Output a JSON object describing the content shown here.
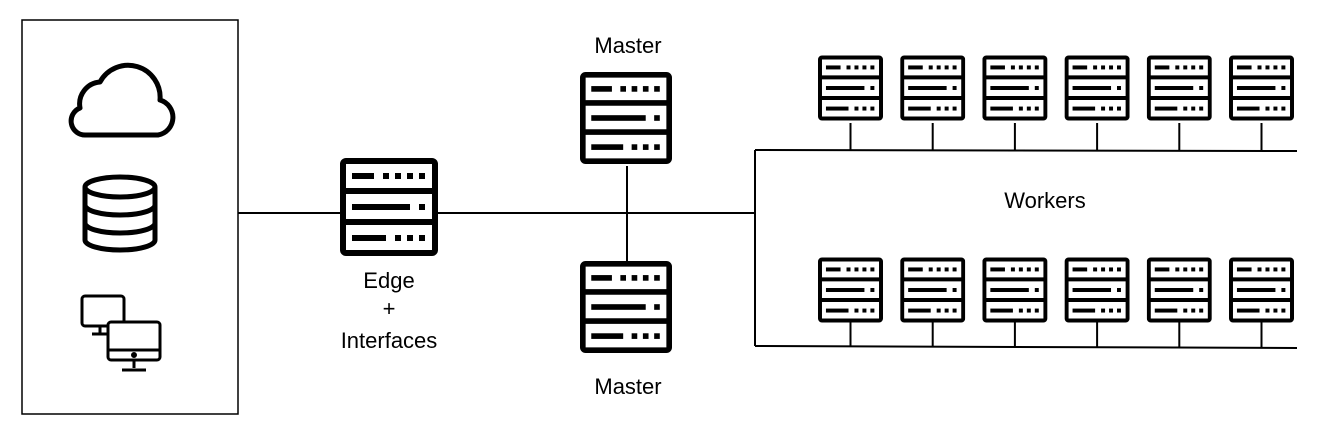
{
  "labels": {
    "edge_line1": "Edge",
    "edge_line2": "+",
    "edge_line3": "Interfaces",
    "master_top": "Master",
    "master_bottom": "Master",
    "workers": "Workers"
  },
  "sources": {
    "icons": [
      "cloud-icon",
      "database-icon",
      "desktop-computers-icon"
    ]
  },
  "nodes": {
    "edge": {
      "icon": "server-icon"
    },
    "masters": [
      {
        "name": "master-top",
        "icon": "server-icon"
      },
      {
        "name": "master-bottom",
        "icon": "server-icon"
      }
    ],
    "worker_rows": [
      {
        "name": "top",
        "count": 6
      },
      {
        "name": "bottom",
        "count": 6
      }
    ]
  },
  "colors": {
    "stroke": "#000000",
    "background": "#ffffff"
  }
}
